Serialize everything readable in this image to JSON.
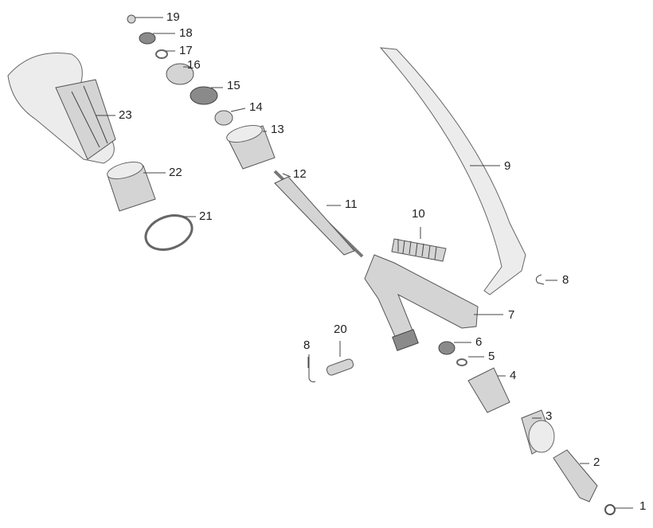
{
  "diagram": {
    "callouts": [
      "1",
      "2",
      "3",
      "4",
      "5",
      "6",
      "7",
      "8",
      "9",
      "10",
      "11",
      "12",
      "13",
      "14",
      "15",
      "16",
      "17",
      "18",
      "19",
      "20",
      "8",
      "21",
      "22",
      "23"
    ]
  }
}
